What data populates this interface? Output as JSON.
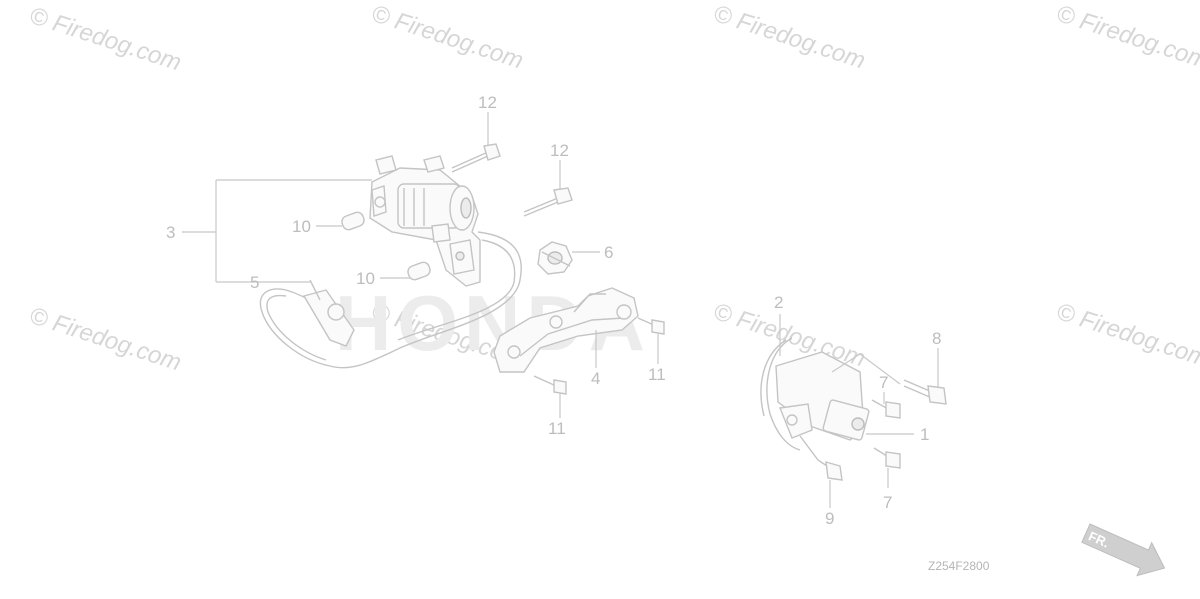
{
  "watermark": {
    "text": "© Firedog.com"
  },
  "brand_watermark": "HONDA",
  "callouts": {
    "c1": "1",
    "c2": "2",
    "c3": "3",
    "c4": "4",
    "c5": "5",
    "c6": "6",
    "c7a": "7",
    "c7b": "7",
    "c8": "8",
    "c9": "9",
    "c10a": "10",
    "c10b": "10",
    "c11a": "11",
    "c11b": "11",
    "c12a": "12",
    "c12b": "12"
  },
  "diagram_code": "Z254F2800",
  "direction_arrow": {
    "label": "FR."
  },
  "colors": {
    "line": "#c4c4c4",
    "text": "#bdbdbd",
    "watermark": "#d6d6d6",
    "background": "#ffffff"
  }
}
